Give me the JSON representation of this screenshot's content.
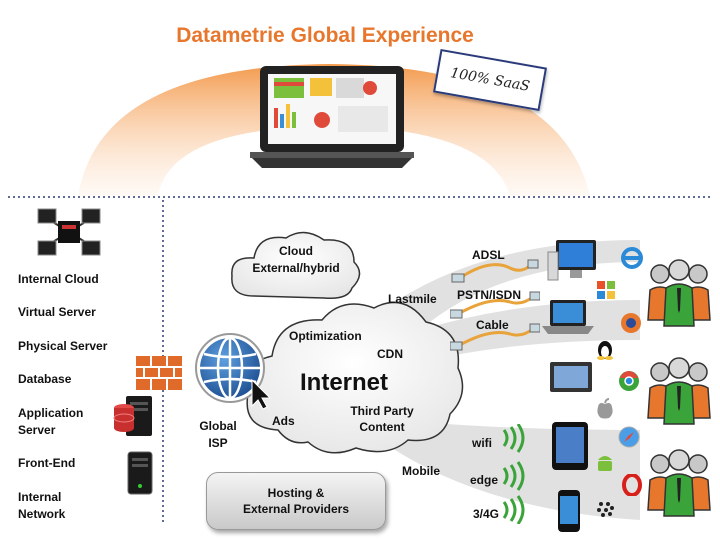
{
  "title": "Datametrie Global Experience",
  "saas_badge": "100% SaaS",
  "left_panel": {
    "items": [
      {
        "line1": "Internal Cloud",
        "line2": ""
      },
      {
        "line1": "Virtual Server",
        "line2": ""
      },
      {
        "line1": "Physical Server",
        "line2": ""
      },
      {
        "line1": "Database",
        "line2": ""
      },
      {
        "line1": "Application",
        "line2": "Server"
      },
      {
        "line1": "Front-End",
        "line2": ""
      },
      {
        "line1": "Internal",
        "line2": "Network"
      }
    ]
  },
  "cloud_small": {
    "line1": "Cloud",
    "line2": "External/hybrid"
  },
  "internet_cloud": {
    "title": "Internet",
    "optimization": "Optimization",
    "cdn": "CDN",
    "ads": "Ads",
    "third_party_line1": "Third Party",
    "third_party_line2": "Content"
  },
  "global_isp": {
    "line1": "Global",
    "line2": "ISP"
  },
  "hosting": {
    "line1": "Hosting &",
    "line2": "External Providers"
  },
  "lastmile": "Lastmile",
  "mobile": "Mobile",
  "connections": {
    "adsl": "ADSL",
    "pstn": "PSTN/ISDN",
    "cable": "Cable"
  },
  "wireless": {
    "wifi": "wifi",
    "edge": "edge",
    "g3": "3/4G"
  },
  "colors": {
    "orange": "#e8772e",
    "navy": "#2a3a7a",
    "globe": "#2f6db3"
  },
  "icons": {
    "browsers": [
      "internet-explorer-icon",
      "firefox-icon",
      "chrome-icon",
      "safari-icon",
      "opera-icon"
    ],
    "os": [
      "windows-icon",
      "linux-icon",
      "apple-icon",
      "android-icon",
      "blackberry-icon"
    ]
  }
}
